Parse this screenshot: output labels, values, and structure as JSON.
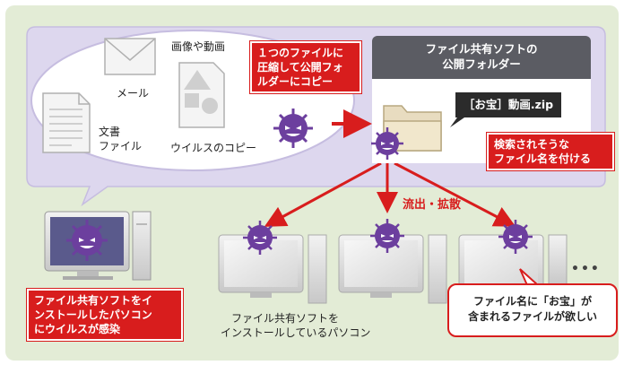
{
  "labels": {
    "mail": "メール",
    "image_video": "画像や動画",
    "document_line1": "文書",
    "document_line2": "ファイル",
    "virus_copy": "ウイルスのコピー",
    "compress_line1": "１つのファイルに",
    "compress_line2": "圧縮して公開フォ",
    "compress_line3": "ルダーにコピー",
    "folder_title_line1": "ファイル共有ソフトの",
    "folder_title_line2": "公開フォルダー",
    "zip_name": "［お宝］動画.zip",
    "searchable_line1": "検索されそうな",
    "searchable_line2": "ファイル名を付ける",
    "spread": "流出・拡散",
    "infected_line1": "ファイル共有ソフトをイ",
    "infected_line2": "ンストールしたパソコン",
    "infected_line3": "にウイルスが感染",
    "installed_line1": "ファイル共有ソフトを",
    "installed_line2": "インストールしているパソコン",
    "want_line1": "ファイル名に「お宝」が",
    "want_line2": "含まれるファイルが欲しい",
    "more": "•••"
  },
  "colors": {
    "background": "#e3ecd6",
    "bubble": "#ffffff",
    "bubble_border": "#c6bde0",
    "accent_red": "#d81d1d",
    "folder_header": "#5b5c63",
    "virus": "#6c3f9e",
    "monitor": "#c9c9c9"
  },
  "icons": [
    "envelope-icon",
    "document-icon",
    "image-shapes-icon",
    "folder-icon",
    "virus-icon",
    "pc-icon"
  ]
}
